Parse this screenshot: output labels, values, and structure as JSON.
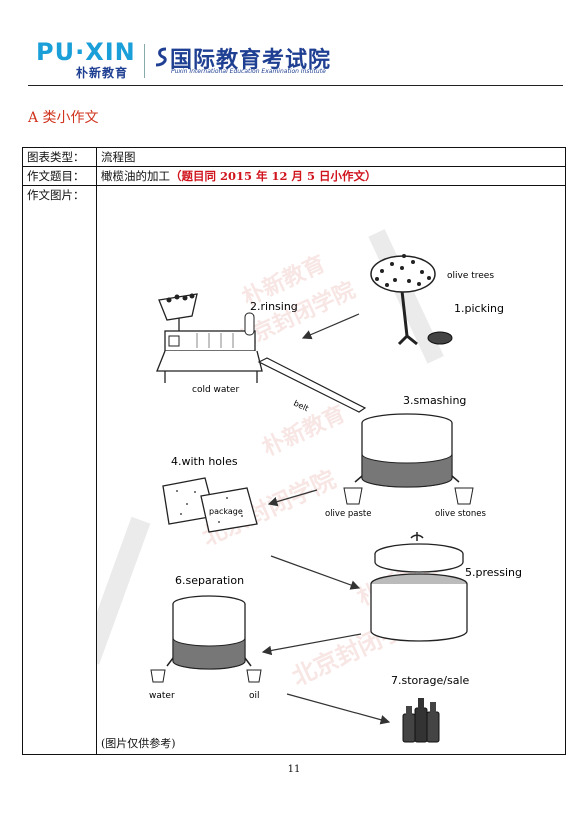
{
  "header": {
    "brand_en": "PU·XIN",
    "brand_cn": "朴新教育",
    "institute_cn": "国际教育考试院",
    "institute_en": "Puxin International Education Examination Institute"
  },
  "section_title": "A 类小作文",
  "table": {
    "chart_type_label": "图表类型：",
    "chart_type_value": "流程图",
    "topic_label": "作文题目：",
    "topic_value": "橄榄油的加工",
    "topic_note": "（题目同 2015 年 12 月 5 日小作文）",
    "image_label": "作文图片：",
    "caption": "(图片仅供参考)"
  },
  "diagram": {
    "labels": {
      "olive_trees": "olive trees",
      "picking": "1.picking",
      "rinsing": "2.rinsing",
      "cold_water": "cold water",
      "belt": "belt",
      "smashing": "3.smashing",
      "with_holes": "4.with holes",
      "package": "package",
      "olive_paste": "olive paste",
      "olive_stones": "olive stones",
      "pressing": "5.pressing",
      "separation": "6.separation",
      "water": "water",
      "oil": "oil",
      "storage": "7.storage/sale"
    },
    "watermarks": [
      "朴新教育",
      "北京封闭学院"
    ]
  },
  "page_number": "11"
}
